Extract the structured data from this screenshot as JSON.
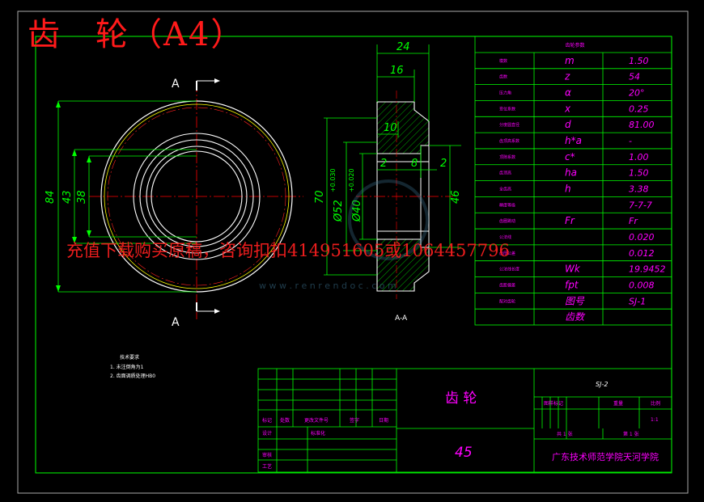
{
  "title": "齿　轮（A4）",
  "watermark": "充值下载购买原稿，咨询扣扣414951605或1064457796",
  "watermark_site": "w w w . r e n r e n d o c . c o m",
  "colors": {
    "background": "#000000",
    "frame": "#00ff00",
    "part_outline": "#ffffff",
    "dimension": "#00ff00",
    "dimension_text": "#00ff00",
    "table_text": "#ff00ff",
    "centerline": "#ff0000",
    "hatch": "#00ff00",
    "title_red": "#ff1a1a"
  },
  "front_view": {
    "section_mark_top": "A",
    "section_mark_bottom": "A",
    "dims": {
      "d84": "84",
      "d43": "43",
      "d38": "38"
    }
  },
  "section_view": {
    "label": "A-A",
    "dims": {
      "w24": "24",
      "w16": "16",
      "w10": "10",
      "w2a": "2",
      "w8": "8",
      "w2b": "2",
      "h46": "46",
      "d70": "70",
      "d52": "Ø52",
      "d52_tol": "+0.030\n0",
      "d40": "Ø40",
      "d40_tol": "+0.020\n0"
    }
  },
  "params_table": {
    "header": "齿轮参数",
    "rows": [
      {
        "name": "模数",
        "symbol": "m",
        "value": "1.50"
      },
      {
        "name": "齿数",
        "symbol": "z",
        "value": "54"
      },
      {
        "name": "压力角",
        "symbol": "α",
        "value": "20°"
      },
      {
        "name": "变位系数",
        "symbol": "x",
        "value": "0.25"
      },
      {
        "name": "分度圆直径",
        "symbol": "d",
        "value": "81.00"
      },
      {
        "name": "齿顶高系数",
        "symbol": "h*a",
        "value": "-"
      },
      {
        "name": "顶隙系数",
        "symbol": "c*",
        "value": "1.00"
      },
      {
        "name": "齿顶高",
        "symbol": "ha",
        "value": "1.50"
      },
      {
        "name": "全齿高",
        "symbol": "h",
        "value": "3.38"
      },
      {
        "name": "精度等级",
        "symbol": "",
        "value": "7-7-7"
      },
      {
        "name": "齿圈跳动",
        "symbol": "Fr",
        "value": "Fr"
      },
      {
        "name": "公法线",
        "symbol": "",
        "value": "0.020"
      },
      {
        "name": "齿厚公差",
        "symbol": "",
        "value": "0.012"
      },
      {
        "name": "公法线长度",
        "symbol": "Wk",
        "value": "19.9452"
      },
      {
        "name": "齿距偏差",
        "symbol": "fpt",
        "value": "0.008"
      },
      {
        "name": "配对齿轮",
        "symbol": "图号",
        "value": "SJ-1"
      },
      {
        "name": "",
        "symbol": "齿数",
        "value": ""
      }
    ]
  },
  "notes": {
    "title": "技术要求",
    "lines": [
      "1. 未注倒角为1",
      "2. 齿面调质处理HB0"
    ]
  },
  "title_block": {
    "part_name": "齿 轮",
    "drawing_no": "SJ-2",
    "material": "45",
    "school": "广东技术师范学院天河学院",
    "scale": "1:1",
    "labels": {
      "mark": "标记",
      "count": "处数",
      "doc": "更改文件号",
      "sign": "签字",
      "date": "日期",
      "design": "设计",
      "standard": "标准化",
      "check": "审核",
      "process": "工艺",
      "stage": "图样标记",
      "weight": "重量",
      "ratio": "比例",
      "sheets": "共 1 张",
      "sheet": "第 1 张"
    }
  }
}
